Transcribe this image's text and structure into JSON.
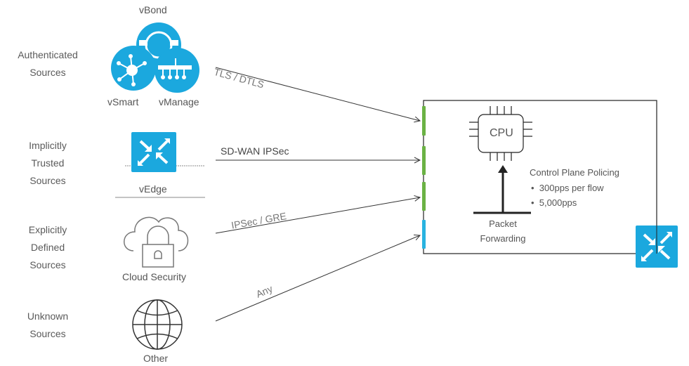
{
  "categories": [
    {
      "line1": "Authenticated",
      "line2": "Sources",
      "line3": ""
    },
    {
      "line1": "Implicitly",
      "line2": "Trusted",
      "line3": "Sources"
    },
    {
      "line1": "Explicitly",
      "line2": "Defined",
      "line3": "Sources"
    },
    {
      "line1": "Unknown",
      "line2": "Sources",
      "line3": ""
    }
  ],
  "devices": {
    "vbond": "vBond",
    "vsmart": "vSmart",
    "vmanage": "vManage",
    "vedge": "vEdge",
    "cloud": "Cloud Security",
    "other": "Other"
  },
  "connections": [
    {
      "label": "TLS / DTLS",
      "port_color": "#6bb244"
    },
    {
      "label": "SD-WAN IPSec",
      "port_color": "#6bb244"
    },
    {
      "label": "IPSec / GRE",
      "port_color": "#6bb244"
    },
    {
      "label": "Any",
      "port_color": "#29b3e0"
    }
  ],
  "router": {
    "cpu_label": "CPU",
    "forwarding_line1": "Packet",
    "forwarding_line2": "Forwarding",
    "policy_title": "Control Plane Policing",
    "policy_items": [
      "300pps per flow",
      "5,000pps"
    ]
  },
  "colors": {
    "accent_blue": "#1ba8de",
    "green": "#6bb244",
    "line": "#222222"
  }
}
